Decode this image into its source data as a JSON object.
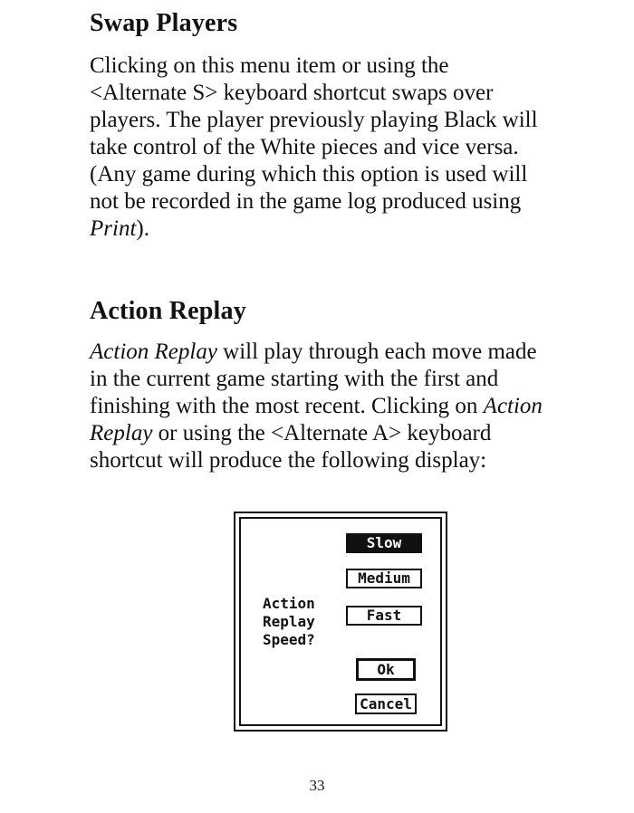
{
  "sections": {
    "swap": {
      "heading": "Swap Players",
      "lines": [
        "Clicking on this menu item or using the",
        "<Alternate S> keyboard shortcut swaps over",
        "players. The player previously playing Black will",
        "take control of the White pieces and vice versa.",
        "(Any game during which this option is used will",
        "not be recorded in the game log produced using"
      ],
      "last_line_italic": "Print",
      "last_line_rest": ")."
    },
    "replay": {
      "heading": "Action Replay",
      "line1_italic": "Action Replay",
      "line1_rest": " will play through each move made",
      "line2": "in the current game starting with the first and",
      "line3_start": "finishing with the most recent. Clicking on ",
      "line3_italic": "Action",
      "line4_italic": "Replay",
      "line4_rest": " or using the <Alternate A> keyboard",
      "line5": "shortcut will produce the following display:"
    }
  },
  "dialog": {
    "prompt_lines": [
      "Action",
      "Replay",
      "Speed?"
    ],
    "speed_options": [
      "Slow",
      "Medium",
      "Fast"
    ],
    "selected_option": "Slow",
    "ok_label": "Ok",
    "cancel_label": "Cancel"
  },
  "page_number": "33"
}
